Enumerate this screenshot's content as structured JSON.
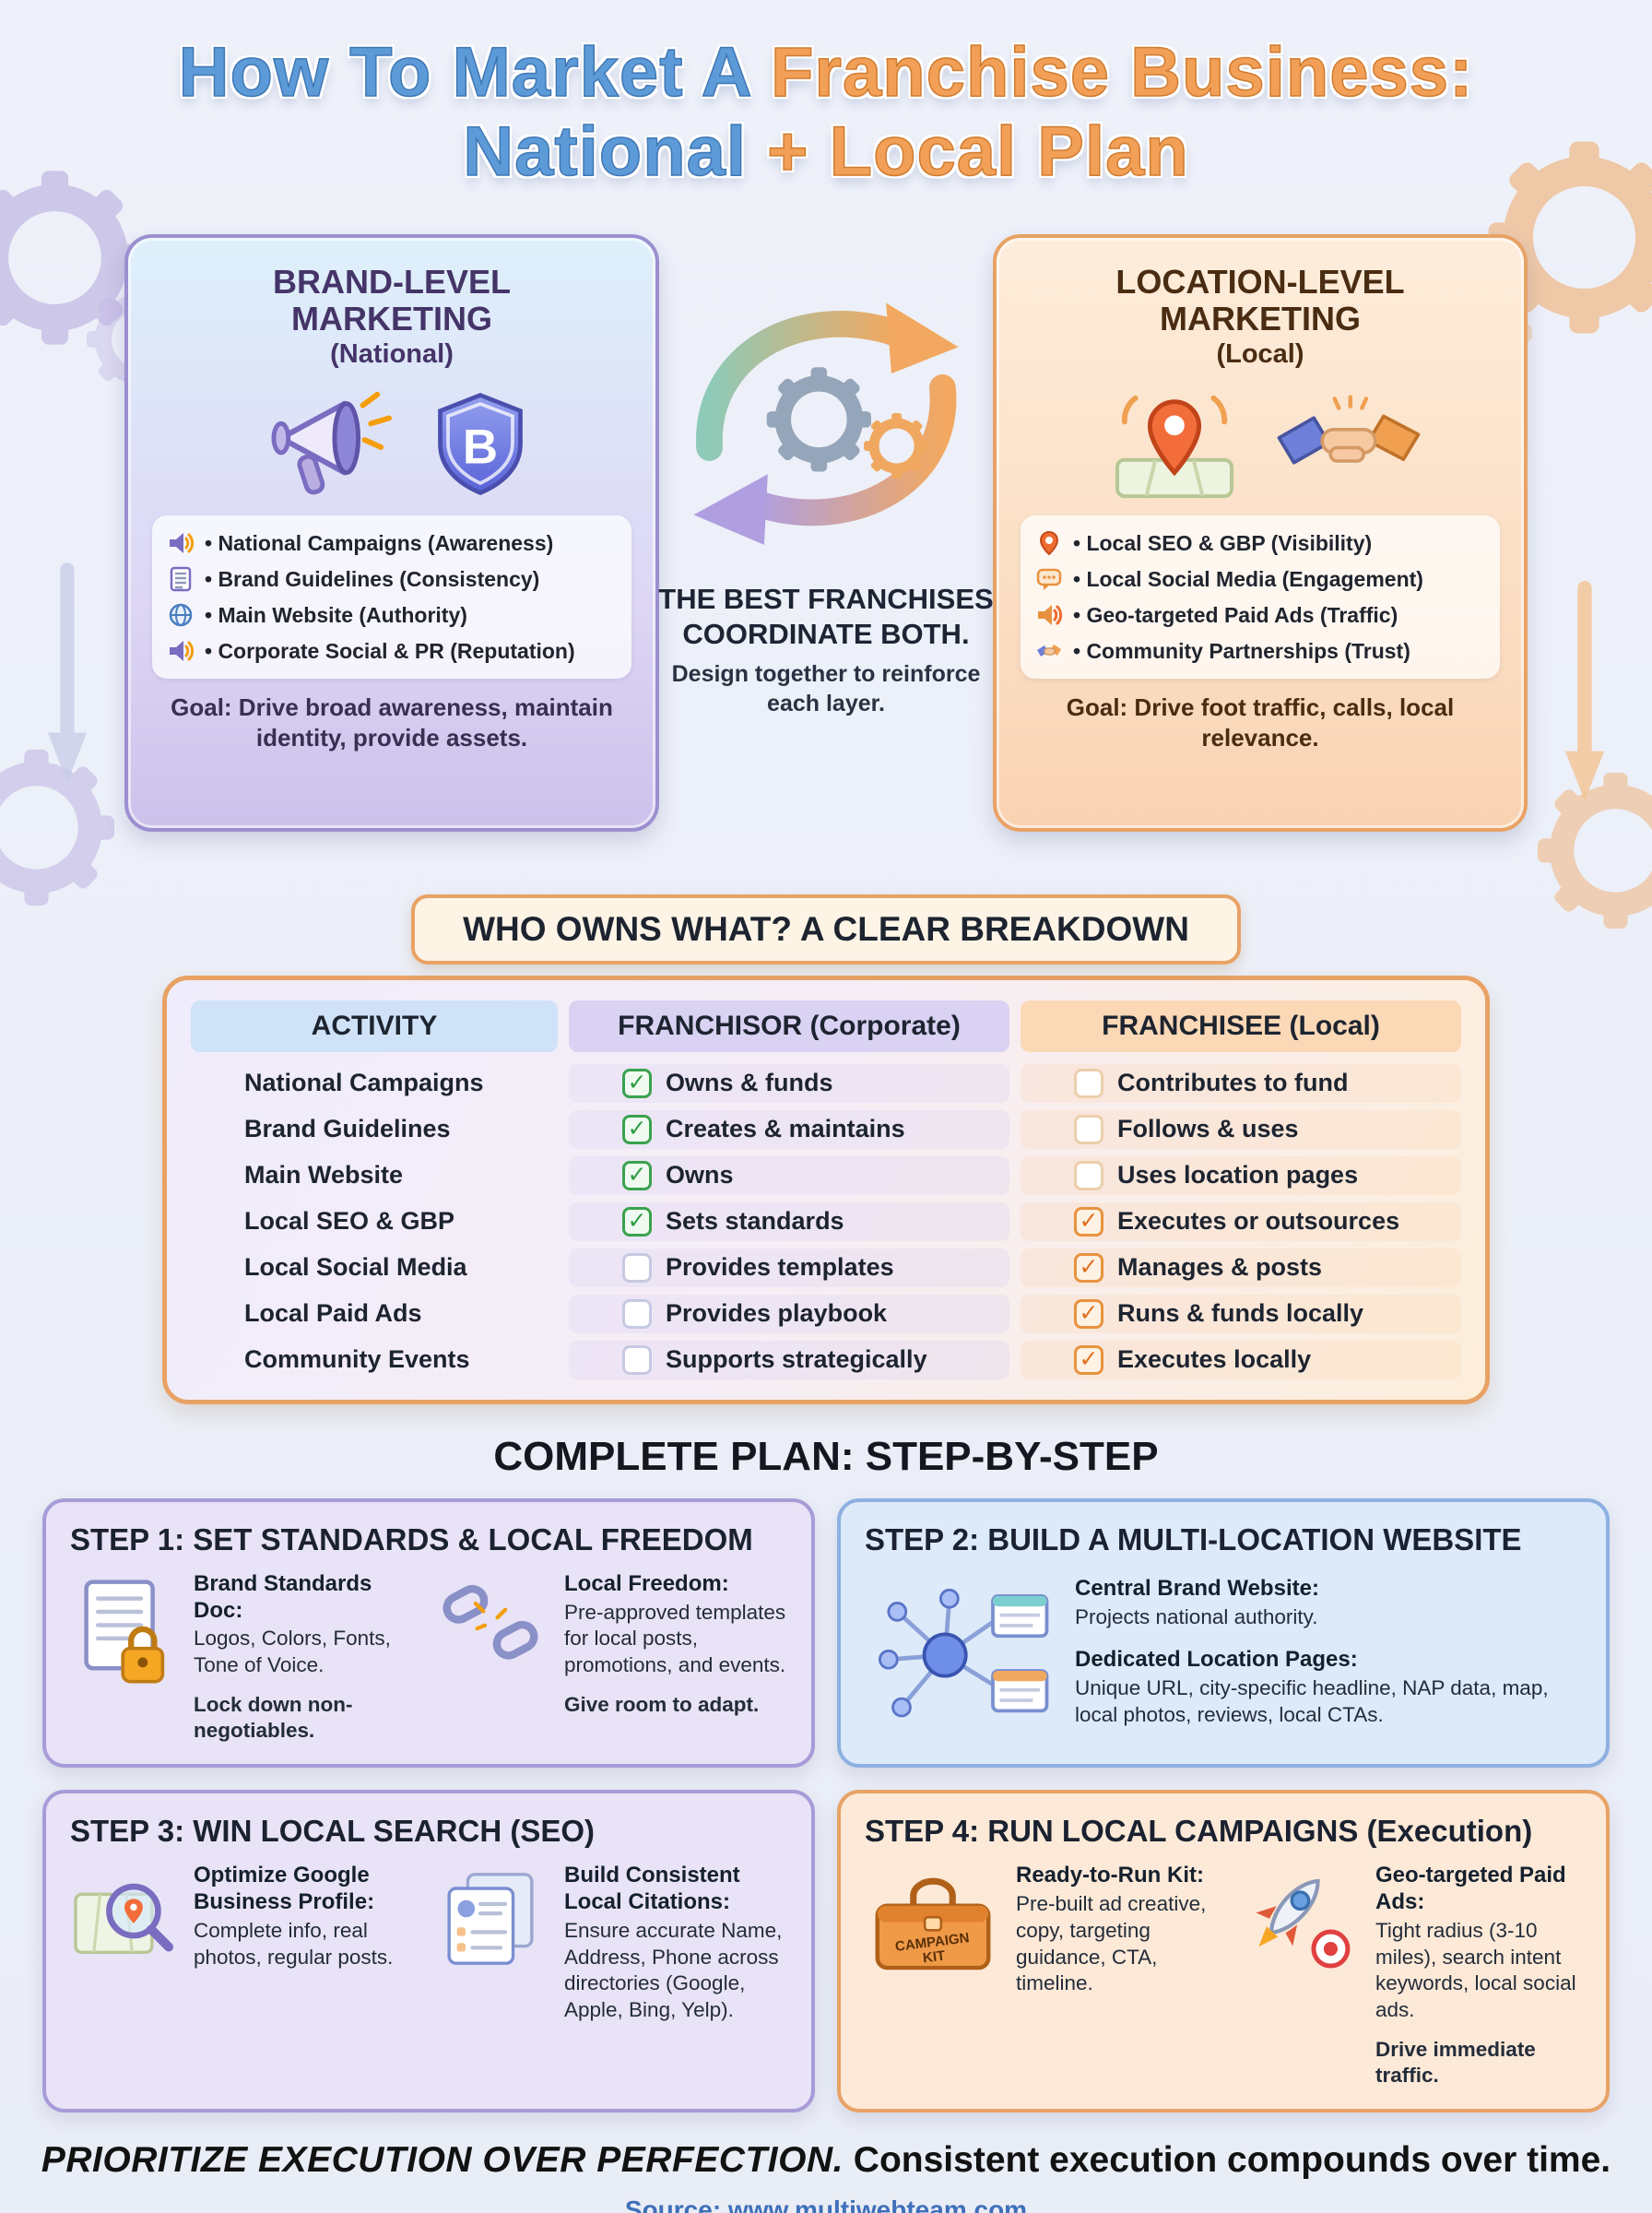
{
  "palette": {
    "title_blue": "#5d9bd8",
    "title_orange": "#f2a058",
    "purple_accent": "#9b8fd0",
    "orange_accent": "#e8a265",
    "green_check": "#2e9e44",
    "orange_check": "#e0701f"
  },
  "title": {
    "line1_blue": "How To Market A ",
    "line1_orange": "Franchise Business:",
    "line2_blue": "National ",
    "line2_orange": "+ Local Plan"
  },
  "brand": {
    "title": "BRAND-LEVEL MARKETING",
    "subtitle": "(National)",
    "shield_letter": "B",
    "items": [
      {
        "icon": "megaphone-icon",
        "text": "• National Campaigns (Awareness)"
      },
      {
        "icon": "document-icon",
        "text": "• Brand Guidelines (Consistency)"
      },
      {
        "icon": "globe-icon",
        "text": "• Main Website (Authority)"
      },
      {
        "icon": "speaker-icon",
        "text": "• Corporate Social & PR (Reputation)"
      }
    ],
    "goal": "Goal: Drive broad awareness, maintain identity, provide assets."
  },
  "center": {
    "headline": "THE BEST FRANCHISES COORDINATE BOTH.",
    "subtext": "Design together to reinforce each layer."
  },
  "location": {
    "title": "LOCATION-LEVEL MARKETING",
    "subtitle": "(Local)",
    "items": [
      {
        "icon": "map-pin-icon",
        "text": "• Local SEO & GBP (Visibility)"
      },
      {
        "icon": "chat-bubble-icon",
        "text": "• Local Social Media (Engagement)"
      },
      {
        "icon": "megaphone-icon",
        "text": "• Geo-targeted Paid Ads (Traffic)"
      },
      {
        "icon": "handshake-icon",
        "text": "• Community Partnerships (Trust)"
      }
    ],
    "goal": "Goal: Drive foot traffic, calls, local relevance."
  },
  "ownership": {
    "header": "WHO OWNS WHAT? A CLEAR BREAKDOWN",
    "columns": [
      "ACTIVITY",
      "FRANCHISOR (Corporate)",
      "FRANCHISEE (Local)"
    ],
    "rows": [
      {
        "activity": "National Campaigns",
        "franchisor": {
          "checked": true,
          "text": "Owns & funds"
        },
        "franchisee": {
          "checked": false,
          "text": "Contributes to fund"
        }
      },
      {
        "activity": "Brand Guidelines",
        "franchisor": {
          "checked": true,
          "text": "Creates & maintains"
        },
        "franchisee": {
          "checked": false,
          "text": "Follows & uses"
        }
      },
      {
        "activity": "Main Website",
        "franchisor": {
          "checked": true,
          "text": "Owns"
        },
        "franchisee": {
          "checked": false,
          "text": "Uses location pages"
        }
      },
      {
        "activity": "Local SEO & GBP",
        "franchisor": {
          "checked": true,
          "text": "Sets standards"
        },
        "franchisee": {
          "checked": true,
          "text": "Executes or outsources"
        }
      },
      {
        "activity": "Local Social Media",
        "franchisor": {
          "checked": false,
          "text": "Provides templates"
        },
        "franchisee": {
          "checked": true,
          "text": "Manages & posts"
        }
      },
      {
        "activity": "Local Paid Ads",
        "franchisor": {
          "checked": false,
          "text": "Provides playbook"
        },
        "franchisee": {
          "checked": true,
          "text": "Runs & funds locally"
        }
      },
      {
        "activity": "Community Events",
        "franchisor": {
          "checked": false,
          "text": "Supports strategically"
        },
        "franchisee": {
          "checked": true,
          "text": "Executes locally"
        }
      }
    ]
  },
  "plan": {
    "heading": "COMPLETE PLAN: STEP-BY-STEP"
  },
  "steps": [
    {
      "title": "STEP 1: SET STANDARDS & LOCAL FREEDOM",
      "blocks": [
        {
          "icon": "document-lock-icon",
          "label": "Brand Standards Doc:",
          "text": "Logos, Colors, Fonts, Tone of Voice.",
          "extra": "Lock down non-negotiables."
        },
        {
          "icon": "broken-chain-icon",
          "label": "Local Freedom:",
          "text": "Pre-approved templates for local posts, promotions, and events.",
          "extra": "Give room to adapt."
        }
      ]
    },
    {
      "title": "STEP 2: BUILD A MULTI-LOCATION WEBSITE",
      "blocks": [
        {
          "icon": "network-hub-icon",
          "label": "Central Brand Website:",
          "text": "Projects national authority."
        },
        {
          "label": "Dedicated Location Pages:",
          "text": "Unique URL, city-specific headline, NAP data, map, local photos, reviews, local CTAs."
        }
      ]
    },
    {
      "title": "STEP 3: WIN LOCAL SEARCH (SEO)",
      "blocks": [
        {
          "icon": "map-magnifier-icon",
          "label": "Optimize Google Business Profile:",
          "text": "Complete info, real photos, regular posts."
        },
        {
          "icon": "citation-cards-icon",
          "label": "Build Consistent Local Citations:",
          "text": "Ensure accurate Name, Address, Phone across directories (Google, Apple, Bing, Yelp)."
        }
      ]
    },
    {
      "title": "STEP 4: RUN LOCAL CAMPAIGNS (Execution)",
      "kit_label_line1": "CAMPAIGN",
      "kit_label_line2": "KIT",
      "blocks": [
        {
          "icon": "campaign-kit-icon",
          "label": "Ready-to-Run Kit:",
          "text": "Pre-built ad creative, copy, targeting guidance, CTA, timeline."
        },
        {
          "icon": "rocket-target-icon",
          "label": "Geo-targeted Paid Ads:",
          "text": "Tight radius (3-10 miles), search intent keywords, local social ads.",
          "extra": "Drive immediate traffic."
        }
      ]
    }
  ],
  "footer": {
    "emphasis": "PRIORITIZE EXECUTION OVER PERFECTION.",
    "rest": " Consistent execution compounds over time.",
    "source": "Source: www.multiwebteam.com"
  }
}
